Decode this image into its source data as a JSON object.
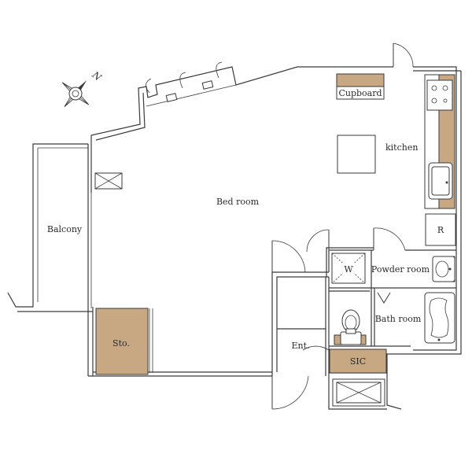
{
  "compass": {
    "north_label": "N"
  },
  "rooms": {
    "bedroom": "Bed room",
    "kitchen": "kitchen",
    "balcony": "Balcony",
    "cupboard": "Cupboard",
    "storage": "Sto.",
    "refrigerator": "R",
    "washer": "W",
    "powder_room": "Powder room",
    "bath_room": "Bath room",
    "entrance": "Ent.",
    "sic": "SIC"
  },
  "colors": {
    "wood_fill": "#c8a882",
    "wall_stroke": "#3a3a3a",
    "background": "#ffffff"
  },
  "icons": [
    "compass-icon",
    "stove-icon",
    "sink-icon",
    "toilet-icon",
    "bathtub-icon",
    "washbasin-icon"
  ]
}
